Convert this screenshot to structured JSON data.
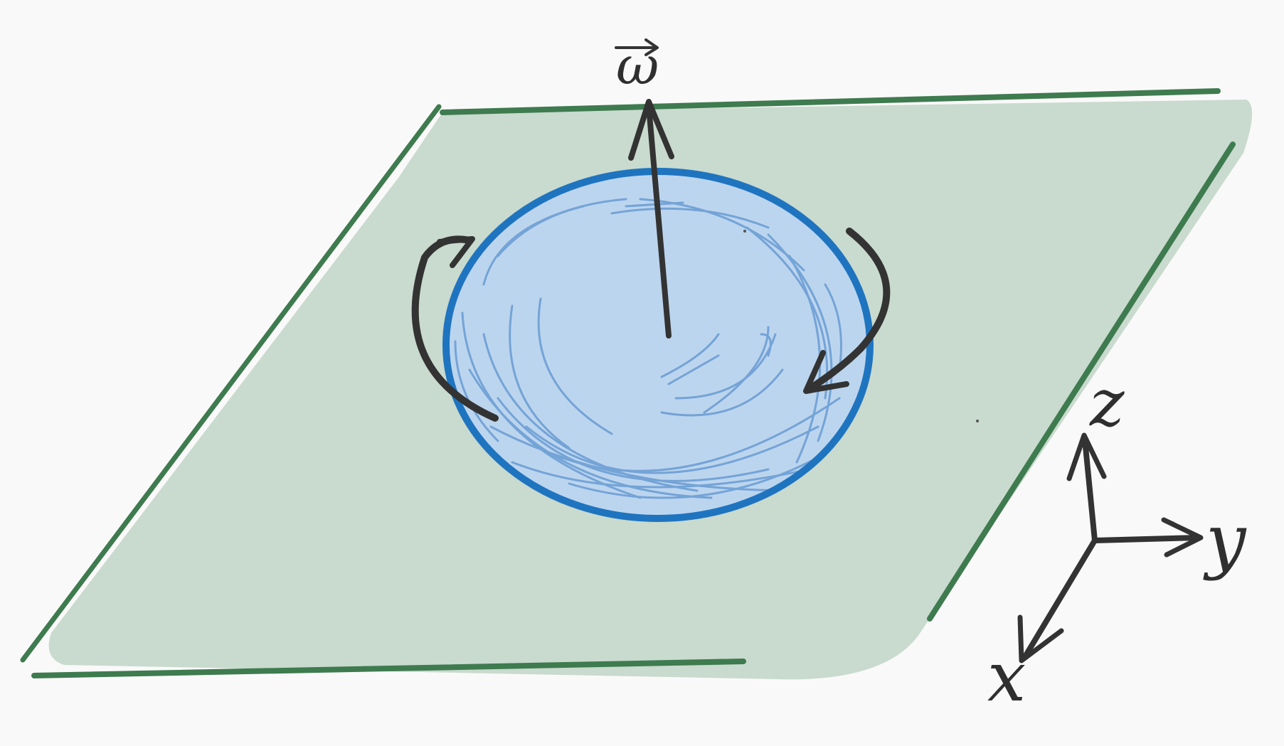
{
  "colors": {
    "background": "#faf9f9",
    "plane_fill": "#c9dace",
    "plane_edge": "#3e7b4f",
    "disk_fill": "#bcd5ee",
    "disk_edge": "#1f74c0",
    "disk_scribble": "#5c93cf",
    "ink": "#333333"
  },
  "labels": {
    "omega": "ω",
    "z": "z",
    "y": "y",
    "x": "x"
  },
  "icons": {
    "omega_vector": "arrow-up-icon",
    "rotation_left": "curved-arrow-up-icon",
    "rotation_right": "curved-arrow-down-icon"
  }
}
